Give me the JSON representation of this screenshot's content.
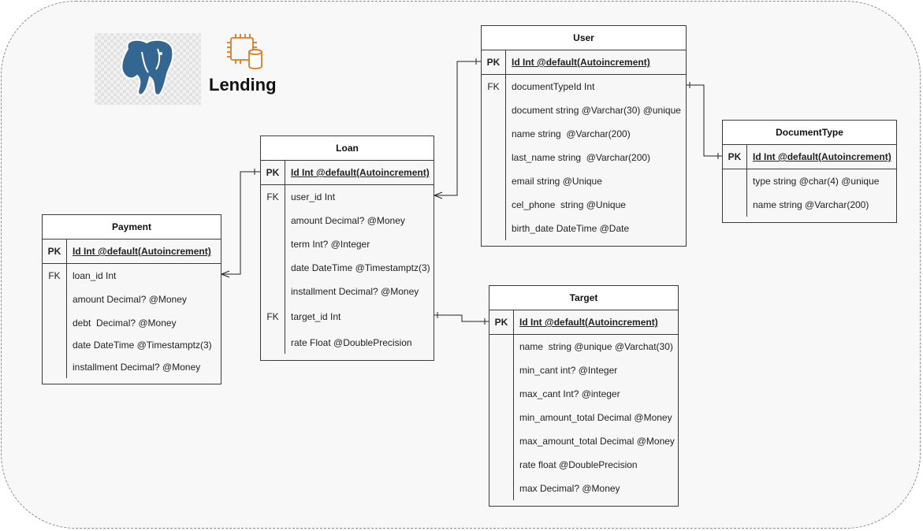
{
  "app": {
    "title": "Lending"
  },
  "icons": {
    "db_logo": "postgresql-elephant-icon",
    "service": "chip-database-icon",
    "accent": "#e07a23",
    "logo_color": "#336791"
  },
  "tables": {
    "payment": {
      "name": "Payment",
      "pk": {
        "key": "PK",
        "field": "Id Int @default(Autoincrement)"
      },
      "rows": [
        {
          "key": "FK",
          "field": "loan_id Int"
        },
        {
          "key": "",
          "field": "amount Decimal? @Money"
        },
        {
          "key": "",
          "field": "debt  Decimal? @Money"
        },
        {
          "key": "",
          "field": "date DateTime @Timestamptz(3)"
        },
        {
          "key": "",
          "field": "installment Decimal? @Money"
        }
      ]
    },
    "loan": {
      "name": "Loan",
      "pk": {
        "key": "PK",
        "field": "Id Int @default(Autoincrement)"
      },
      "rows": [
        {
          "key": "FK",
          "field": "user_id Int"
        },
        {
          "key": "",
          "field": "amount Decimal? @Money"
        },
        {
          "key": "",
          "field": "term Int? @Integer"
        },
        {
          "key": "",
          "field": "date DateTime @Timestamptz(3)"
        },
        {
          "key": "",
          "field": "installment Decimal? @Money"
        },
        {
          "key": "FK",
          "field": "target_id Int"
        },
        {
          "key": "",
          "field": "rate Float @DoublePrecision"
        }
      ]
    },
    "user": {
      "name": "User",
      "pk": {
        "key": "PK",
        "field": "Id Int @default(Autoincrement)"
      },
      "rows": [
        {
          "key": "FK",
          "field": "documentTypeId Int"
        },
        {
          "key": "",
          "field": "document string @Varchar(30) @unique"
        },
        {
          "key": "",
          "field": "name string  @Varchar(200)"
        },
        {
          "key": "",
          "field": "last_name string  @Varchar(200)"
        },
        {
          "key": "",
          "field": "email string @Unique"
        },
        {
          "key": "",
          "field": "cel_phone  string @Unique"
        },
        {
          "key": "",
          "field": "birth_date DateTime @Date"
        }
      ]
    },
    "documenttype": {
      "name": "DocumentType",
      "pk": {
        "key": "PK",
        "field": "Id Int @default(Autoincrement)"
      },
      "rows": [
        {
          "key": "",
          "field": "type string @char(4) @unique"
        },
        {
          "key": "",
          "field": "name string @Varchar(200)"
        }
      ]
    },
    "target": {
      "name": "Target",
      "pk": {
        "key": "PK",
        "field": "Id Int @default(Autoincrement)"
      },
      "rows": [
        {
          "key": "",
          "field": "name  string @unique @Varchat(30)"
        },
        {
          "key": "",
          "field": "min_cant int? @Integer"
        },
        {
          "key": "",
          "field": "max_cant Int? @integer"
        },
        {
          "key": "",
          "field": "min_amount_total Decimal @Money"
        },
        {
          "key": "",
          "field": "max_amount_total Decimal @Money"
        },
        {
          "key": "",
          "field": "rate float @DoublePrecision"
        },
        {
          "key": "",
          "field": "max Decimal? @Money"
        }
      ]
    }
  }
}
